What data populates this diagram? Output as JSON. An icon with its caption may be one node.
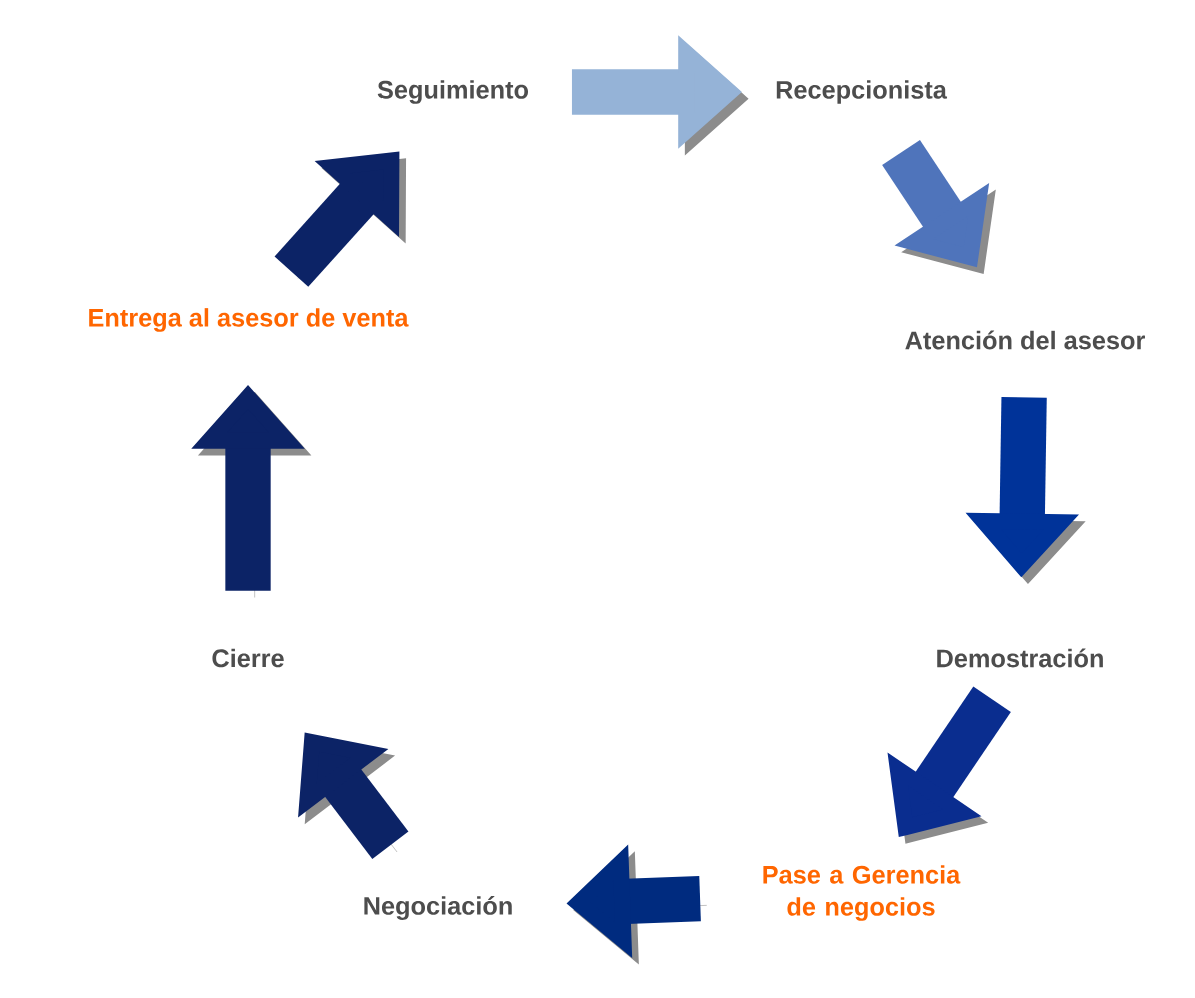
{
  "diagram": {
    "nodes": [
      {
        "text": [
          "Seguimiento"
        ]
      },
      {
        "text": [
          "Recepcionista"
        ]
      },
      {
        "text": [
          "Atención del asesor"
        ]
      },
      {
        "text": [
          "Demostración"
        ]
      },
      {
        "text": [
          "Pase a Gerencia de negocios"
        ]
      },
      {
        "text": [
          "Negociación"
        ]
      },
      {
        "text": [
          "Cierre"
        ]
      },
      {
        "text": [
          "Entrega al asesor de venta"
        ]
      }
    ],
    "edges": [
      {
        "from": 0,
        "to": 1,
        "arrow": "to",
        "color": "#95b3d7"
      },
      {
        "from": 1,
        "to": 2,
        "arrow": "to",
        "color": "#4f74bb"
      },
      {
        "from": 2,
        "to": 3,
        "arrow": "to",
        "color": "#003399"
      },
      {
        "from": 3,
        "to": 4,
        "arrow": "to",
        "color": "#0a2d8f"
      },
      {
        "from": 4,
        "to": 5,
        "arrow": "to",
        "color": "#002b7f"
      },
      {
        "from": 5,
        "to": 6,
        "arrow": "to"
      },
      {
        "from": 6,
        "to": 7,
        "arrow": "to"
      },
      {
        "from": 7,
        "to": 0,
        "arrow": "to"
      }
    ]
  }
}
